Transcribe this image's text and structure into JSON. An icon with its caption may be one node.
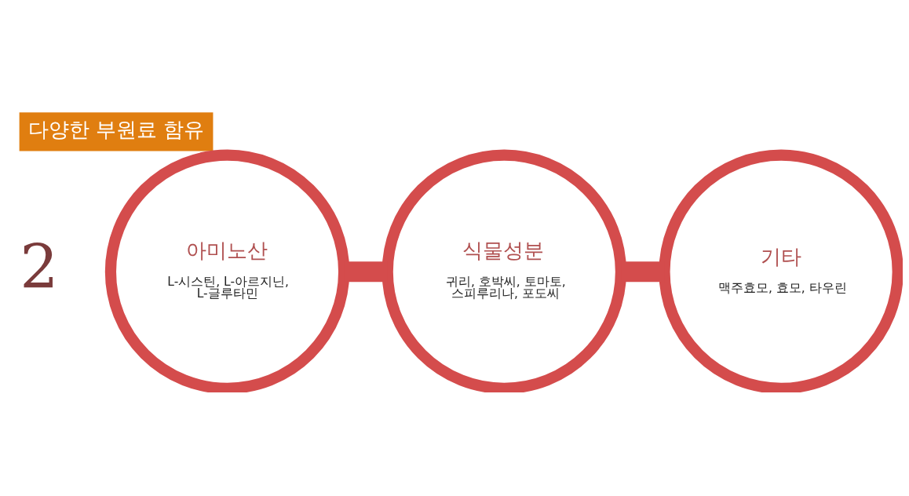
{
  "diagram": {
    "title": "다양한 부원료 함유",
    "nodes": [
      {
        "text": [
          "아미노산",
          "L-시스틴, L-아르지닌, L-글루타민"
        ]
      },
      {
        "text": [
          "식물성분",
          "귀리, 호박씨, 토마토, 스피루리나, 포도씨"
        ]
      },
      {
        "text": [
          "기타",
          "맥주효모, 효모, 타우린"
        ]
      }
    ],
    "edges": [
      {
        "from": 0,
        "to": 1,
        "arrow": "none"
      },
      {
        "from": 1,
        "to": 2,
        "arrow": "none"
      }
    ],
    "labels": [
      "2"
    ]
  }
}
